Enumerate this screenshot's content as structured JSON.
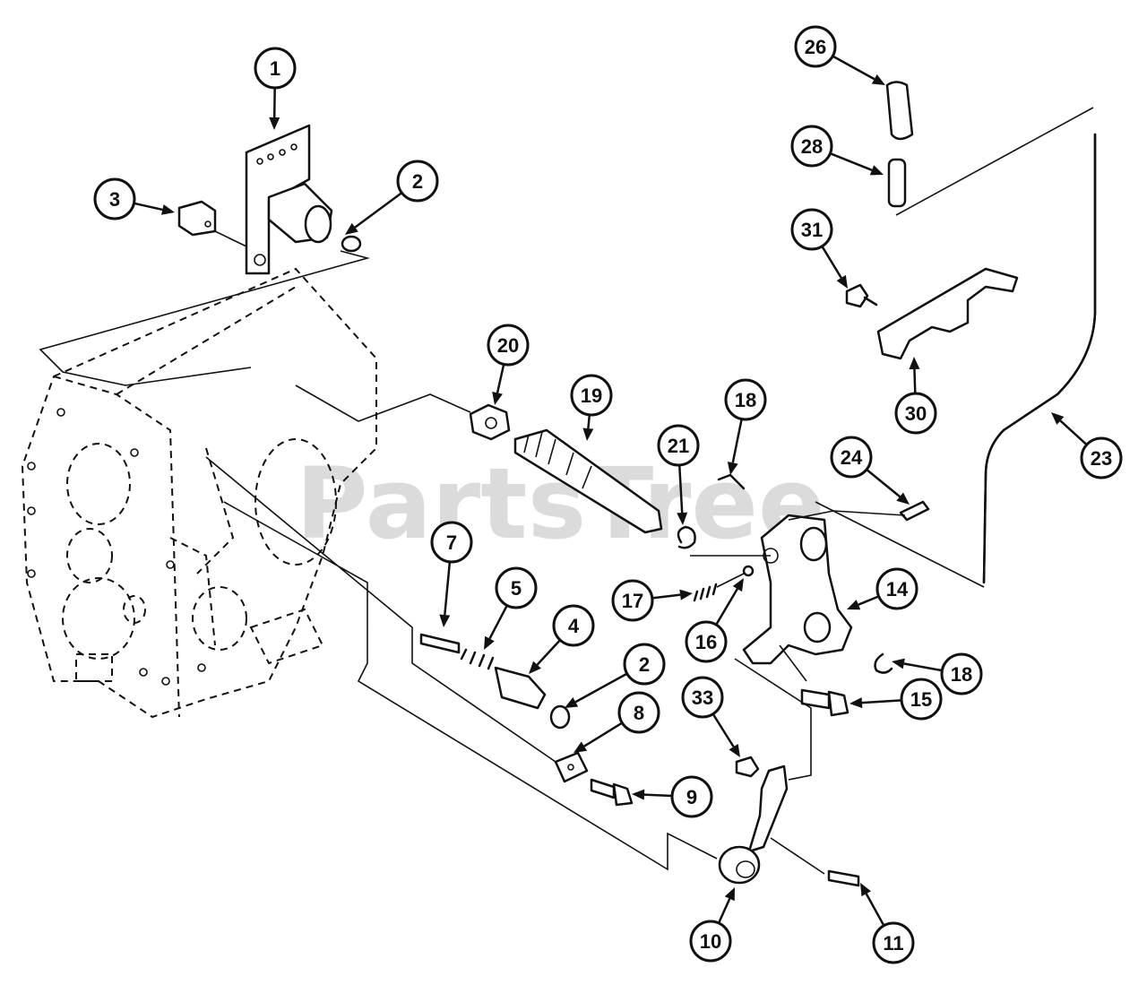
{
  "diagram": {
    "watermark": "PartsTree",
    "callouts": [
      {
        "label": "1"
      },
      {
        "label": "2"
      },
      {
        "label": "3"
      },
      {
        "label": "26"
      },
      {
        "label": "28"
      },
      {
        "label": "31"
      },
      {
        "label": "30"
      },
      {
        "label": "20"
      },
      {
        "label": "19"
      },
      {
        "label": "21"
      },
      {
        "label": "18"
      },
      {
        "label": "24"
      },
      {
        "label": "23"
      },
      {
        "label": "7"
      },
      {
        "label": "5"
      },
      {
        "label": "4"
      },
      {
        "label": "2"
      },
      {
        "label": "17"
      },
      {
        "label": "16"
      },
      {
        "label": "14"
      },
      {
        "label": "18"
      },
      {
        "label": "33"
      },
      {
        "label": "8"
      },
      {
        "label": "9"
      },
      {
        "label": "15"
      },
      {
        "label": "10"
      },
      {
        "label": "11"
      }
    ]
  }
}
